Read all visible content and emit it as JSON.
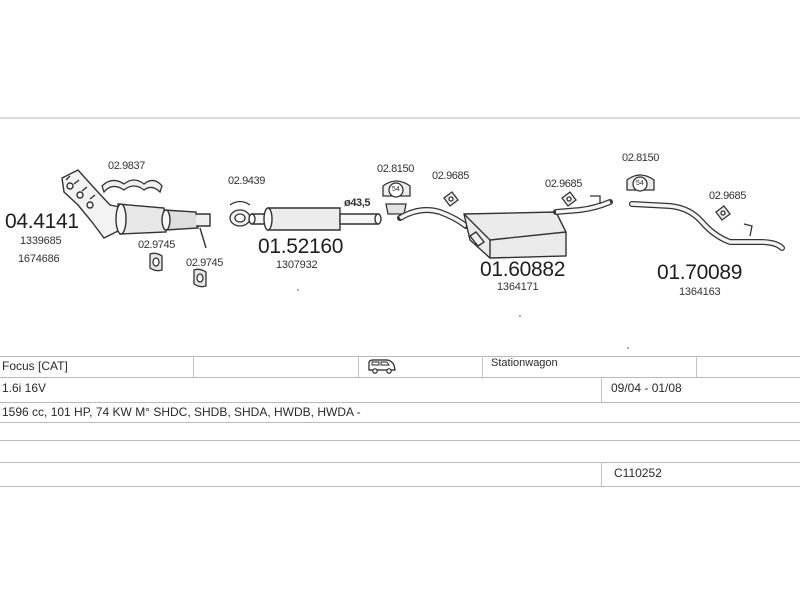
{
  "parts": {
    "p1": {
      "number": "04.4141",
      "ref1": "1339685",
      "ref2": "1674686"
    },
    "p2": {
      "number": "01.52160",
      "ref1": "1307932"
    },
    "p3": {
      "number": "01.60882",
      "ref1": "1364171"
    },
    "p4": {
      "number": "01.70089",
      "ref1": "1364163"
    }
  },
  "small_parts": {
    "a1": "02.9837",
    "a2": "02.9745",
    "a3": "02.9745",
    "a4": "02.9439",
    "a5": "02.8150",
    "a6": "02.9685",
    "a7": "02.9685",
    "a8": "02.8150",
    "a9": "02.9685",
    "diameter": "ø43,5",
    "clamp": "54"
  },
  "vehicle": {
    "model": "Focus  [CAT]",
    "body_type": "Stationwagon",
    "engine": "1.6i 16V",
    "years": "09/04 - 01/08",
    "specs": "1596 cc, 101 HP, 74 KW M° SHDC, SHDB, SHDA, HWDB, HWDA -",
    "code": "C110252",
    "icon": "van-icon"
  },
  "colors": {
    "line": "#333333",
    "rule": "#b9b9b9"
  }
}
